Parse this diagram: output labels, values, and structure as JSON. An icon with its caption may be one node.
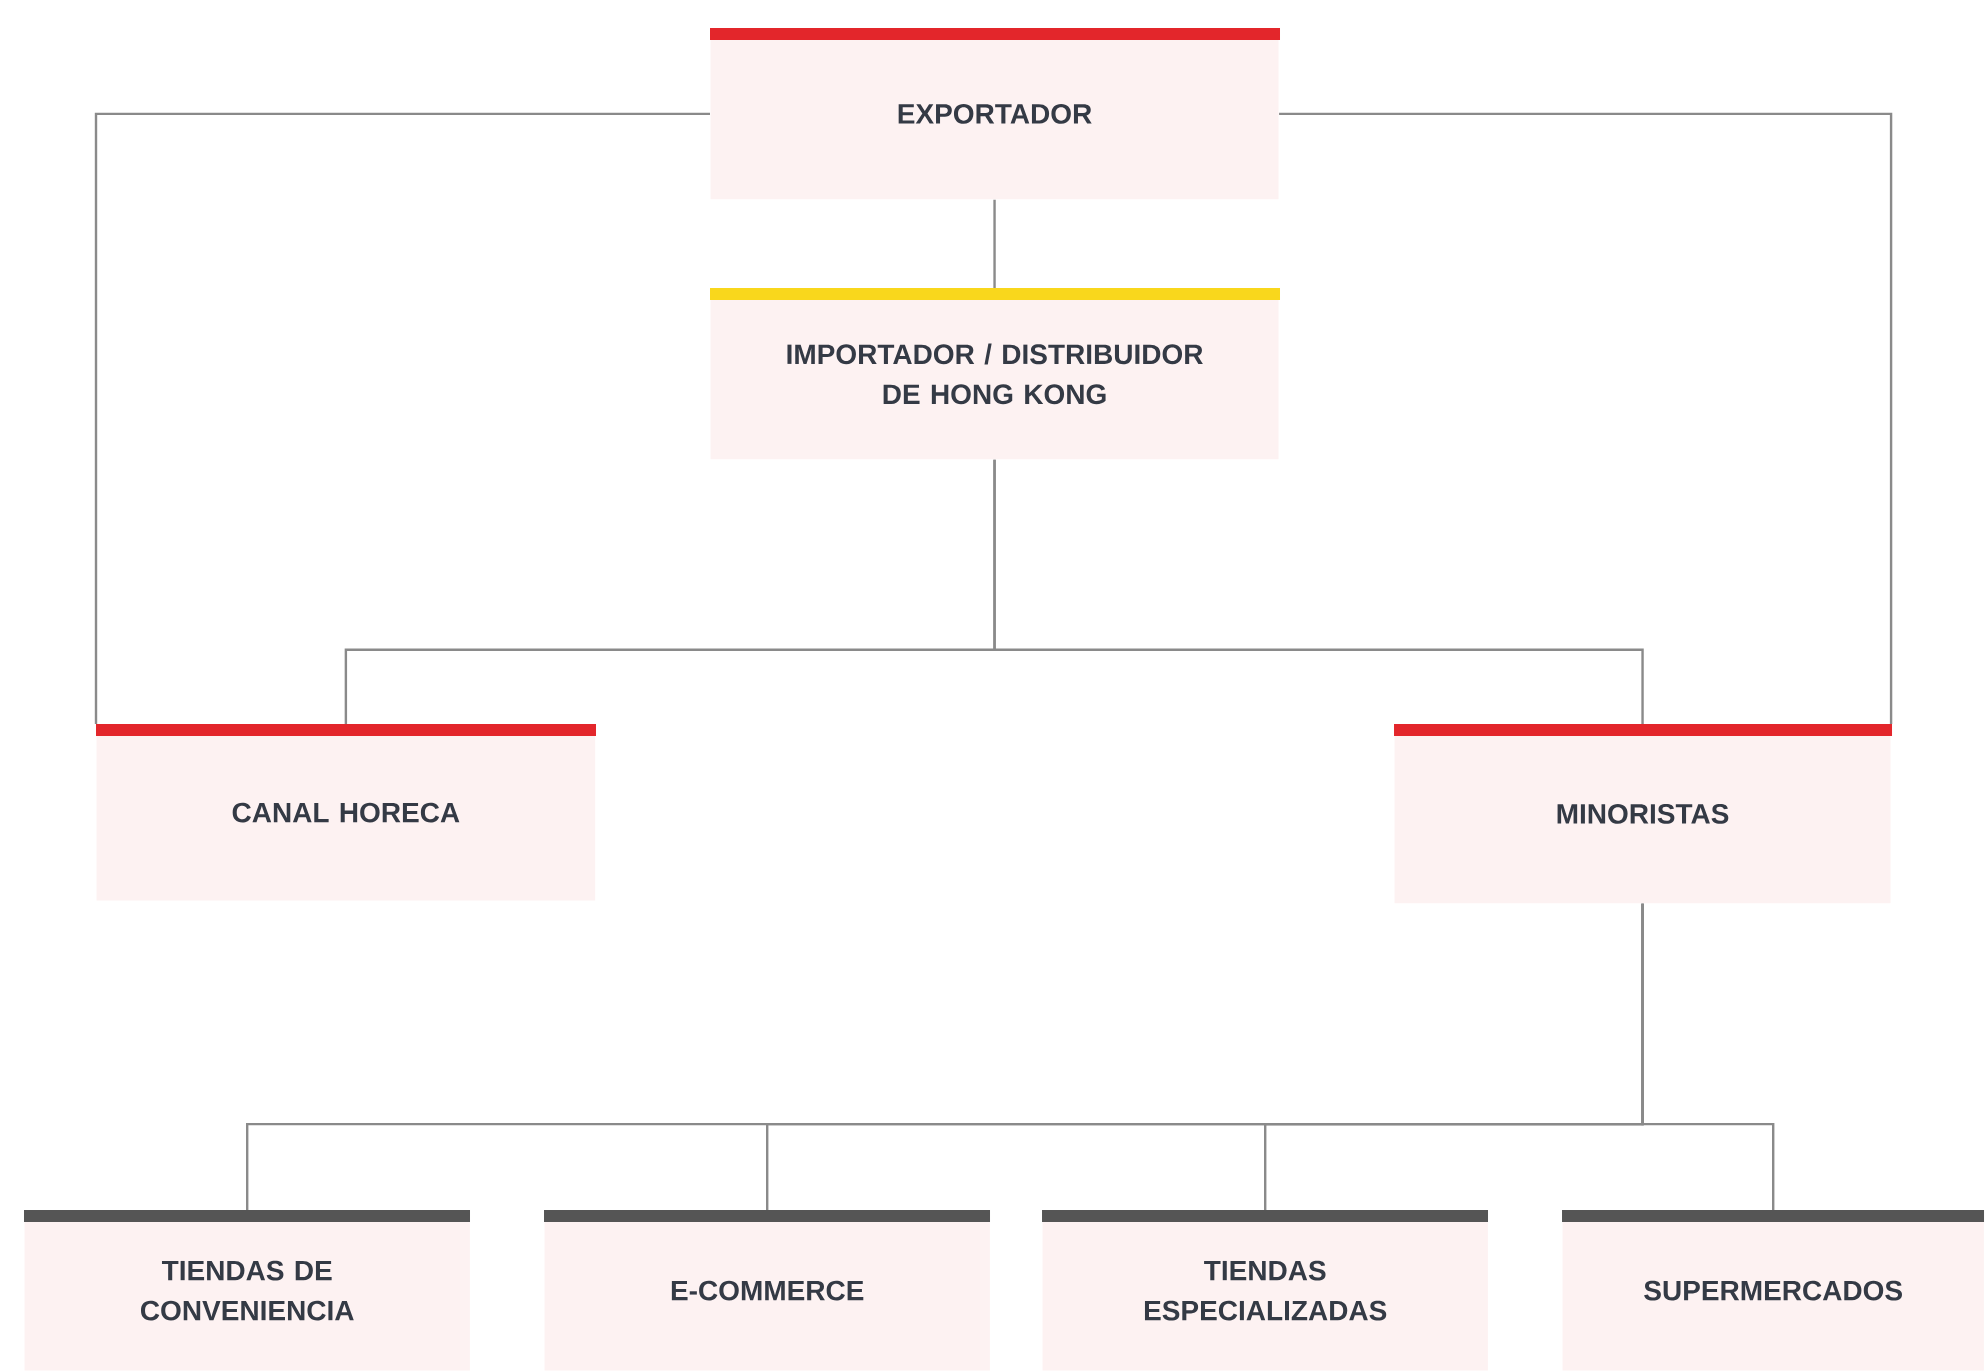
{
  "diagram": {
    "nodes": [
      {
        "text": [
          "EXPORTADOR"
        ]
      },
      {
        "text": [
          "IMPORTADOR / DISTRIBUIDOR DE HONG KONG"
        ]
      },
      {
        "text": [
          "CANAL HORECA"
        ]
      },
      {
        "text": [
          "MINORISTAS"
        ]
      },
      {
        "text": [
          "TIENDAS DE CONVENIENCIA"
        ]
      },
      {
        "text": [
          "E-COMMERCE"
        ]
      },
      {
        "text": [
          "TIENDAS ESPECIALIZADAS"
        ]
      },
      {
        "text": [
          "SUPERMERCADOS"
        ]
      }
    ],
    "edges": [
      {
        "from": 0,
        "to": 1,
        "arrow": "none"
      },
      {
        "from": 0,
        "to": 2,
        "arrow": "none"
      },
      {
        "from": 0,
        "to": 3,
        "arrow": "none"
      },
      {
        "from": 1,
        "to": 2,
        "arrow": "none"
      },
      {
        "from": 1,
        "to": 3,
        "arrow": "none"
      },
      {
        "from": 3,
        "to": 4,
        "arrow": "none"
      },
      {
        "from": 3,
        "to": 5,
        "arrow": "none"
      },
      {
        "from": 3,
        "to": 6,
        "arrow": "none"
      },
      {
        "from": 3,
        "to": 7,
        "arrow": "none"
      }
    ]
  }
}
